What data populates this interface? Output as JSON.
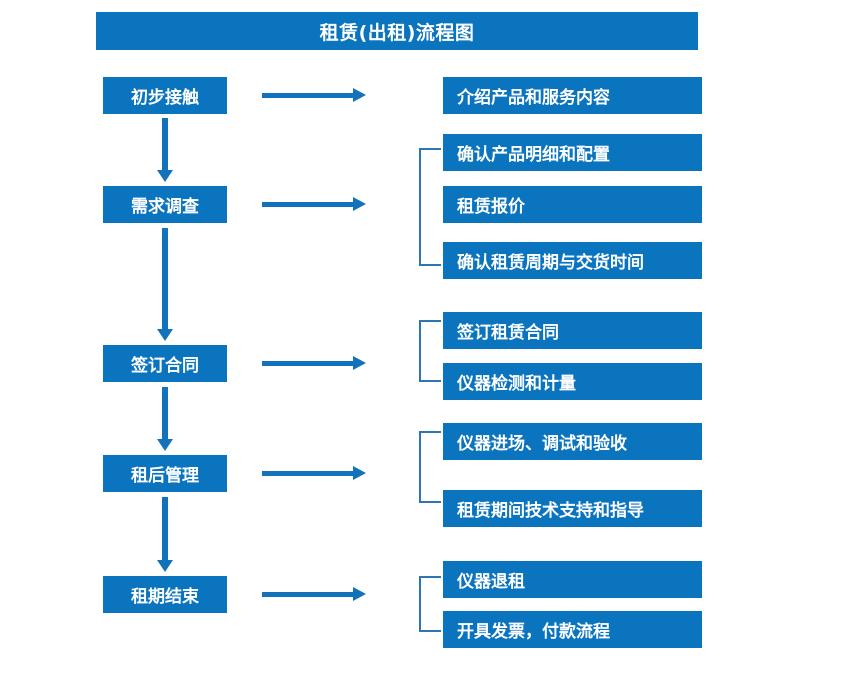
{
  "page": {
    "title": "租赁(出租)流程图",
    "accent_color": "#0B74BE",
    "bracket_color": "#2E75B6",
    "text_color": "#FFFFFF",
    "background_color": "#FFFFFF"
  },
  "stages": [
    {
      "label": "初步接触"
    },
    {
      "label": "需求调查"
    },
    {
      "label": "签订合同"
    },
    {
      "label": "租后管理"
    },
    {
      "label": "租期结束"
    }
  ],
  "details": [
    {
      "label": "介绍产品和服务内容"
    },
    {
      "label": "确认产品明细和配置"
    },
    {
      "label": "租赁报价"
    },
    {
      "label": "确认租赁周期与交货时间"
    },
    {
      "label": "签订租赁合同"
    },
    {
      "label": "仪器检测和计量"
    },
    {
      "label": "仪器进场、调试和验收"
    },
    {
      "label": "租赁期间技术支持和指导"
    },
    {
      "label": "仪器退租"
    },
    {
      "label": "开具发票，付款流程"
    }
  ],
  "connectors": {
    "horizontal_arrow_count": 5,
    "vertical_arrow_count": 4,
    "bracket_count": 4
  }
}
